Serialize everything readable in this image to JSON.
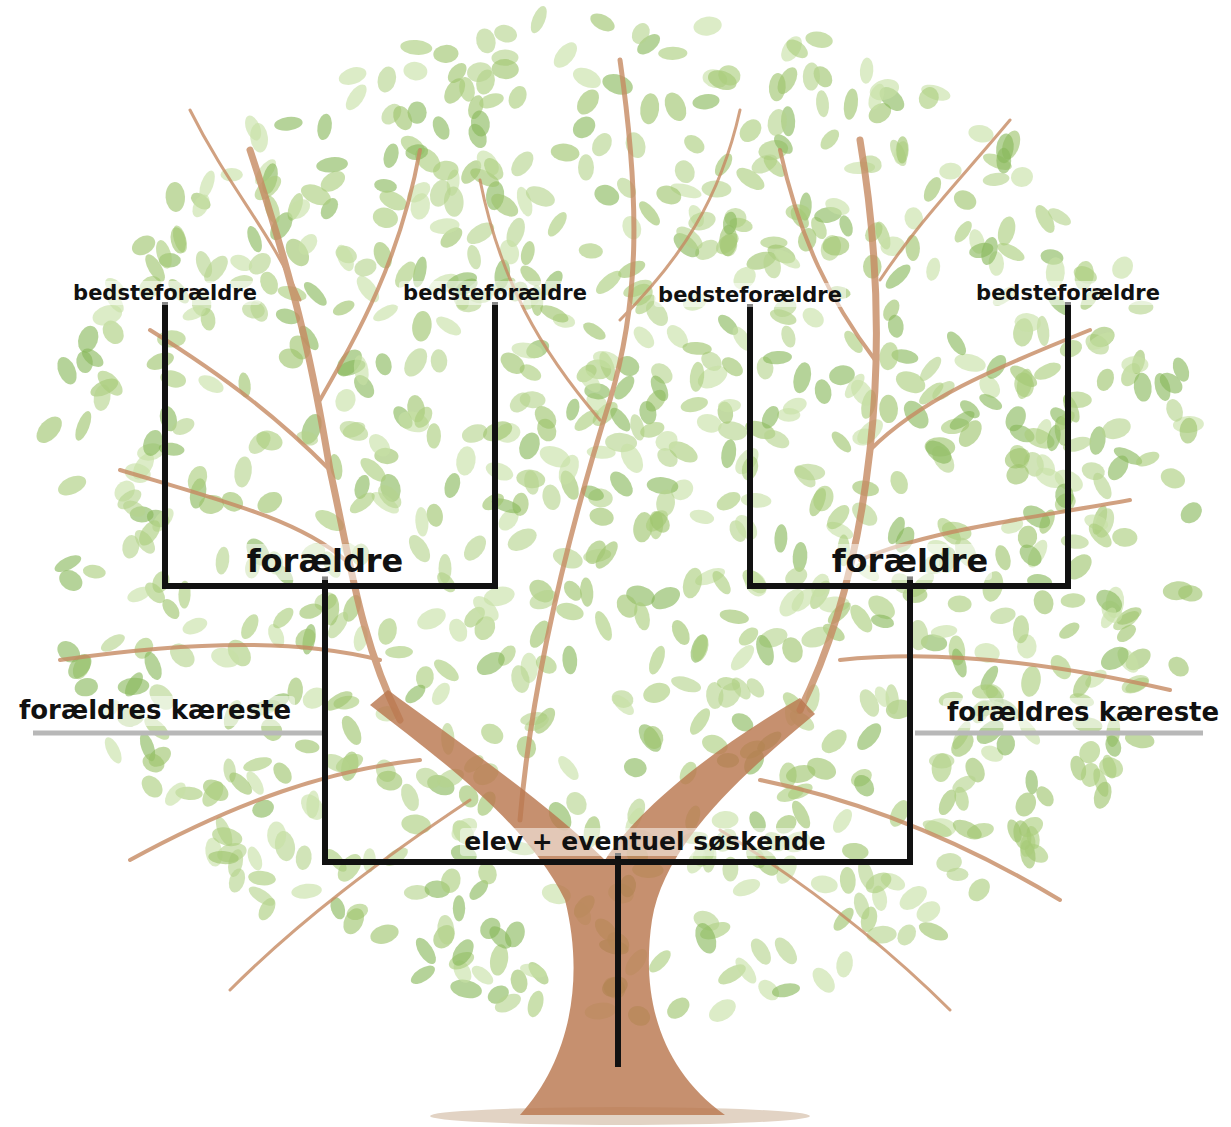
{
  "diagram": {
    "nodes": [
      {
        "text": [
          "bedsteforældre"
        ]
      },
      {
        "text": [
          "bedsteforældre"
        ]
      },
      {
        "text": [
          "bedsteforældre"
        ]
      },
      {
        "text": [
          "bedsteforældre"
        ]
      },
      {
        "text": [
          "forældre"
        ]
      },
      {
        "text": [
          "forældre"
        ]
      },
      {
        "text": [
          "forældres kæreste"
        ]
      },
      {
        "text": [
          "forældres kæreste"
        ]
      },
      {
        "text": [
          "elev + eventuel søskende"
        ]
      }
    ],
    "edges": [
      {
        "from": 8,
        "to": 4,
        "arrow": "none"
      },
      {
        "from": 8,
        "to": 5,
        "arrow": "none"
      },
      {
        "from": 4,
        "to": 0,
        "arrow": "none"
      },
      {
        "from": 4,
        "to": 1,
        "arrow": "none"
      },
      {
        "from": 5,
        "to": 2,
        "arrow": "none"
      },
      {
        "from": 5,
        "to": 3,
        "arrow": "none"
      }
    ]
  }
}
